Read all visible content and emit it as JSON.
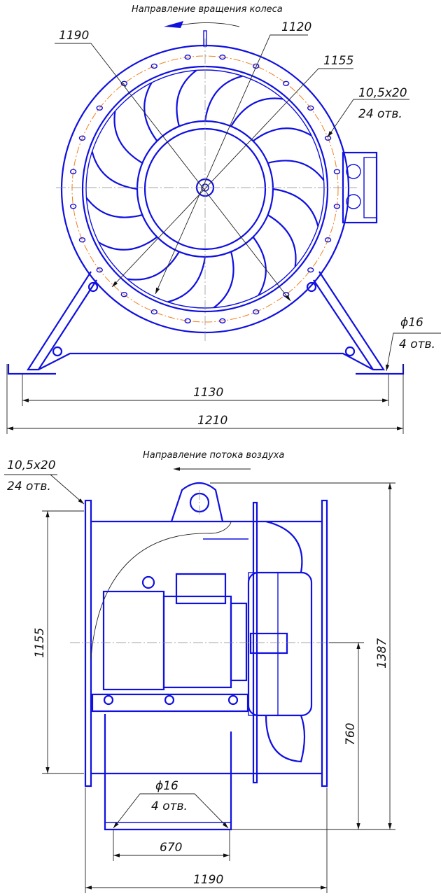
{
  "top_view": {
    "rotation_label": "Направление вращения колеса",
    "dims": {
      "outer_diameter": "1190",
      "impeller_diameter": "1120",
      "bolt_circle": "1155",
      "flange_holes_size": "10,5x20",
      "flange_holes_count": "24 отв.",
      "foot_hole_size": "ϕ16",
      "foot_hole_count": "4 отв.",
      "foot_span": "1130",
      "overall_width": "1210"
    }
  },
  "side_view": {
    "airflow_label": "Направление потока воздуха",
    "dims": {
      "flange_holes_size": "10,5x20",
      "flange_holes_count": "24 отв.",
      "bolt_circle": "1155",
      "overall_height": "1387",
      "axis_height": "760",
      "foot_hole_size": "ϕ16",
      "foot_hole_count": "4 отв.",
      "foot_span": "670",
      "overall_length": "1190"
    }
  },
  "colors": {
    "outline": "#1010e0",
    "centerline": "#f08020",
    "dimension": "#222222"
  }
}
